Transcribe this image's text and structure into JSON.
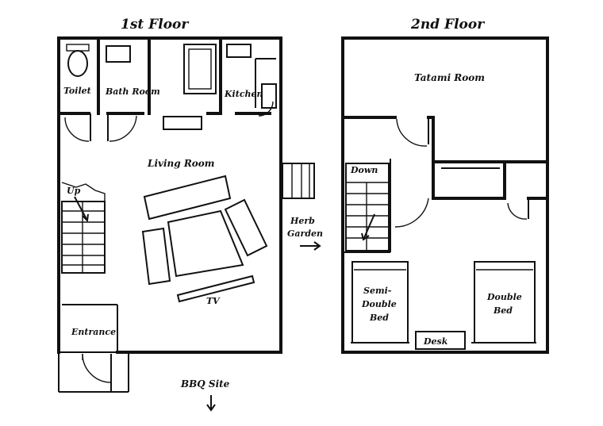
{
  "floors": [
    {
      "title": "1st Floor",
      "rooms": {
        "toilet": "Toilet",
        "bath_room": "Bath Room",
        "kitchen": "Kitchen",
        "living_room": "Living Room",
        "entrance": "Entrance"
      },
      "marks": {
        "up": "Up",
        "tv": "TV"
      }
    },
    {
      "title": "2nd Floor",
      "rooms": {
        "tatami_room": "Tatami Room",
        "semi_double_bed": [
          "Semi-",
          "Double",
          "Bed"
        ],
        "double_bed": [
          "Double",
          "Bed"
        ],
        "desk": "Desk"
      },
      "marks": {
        "down": "Down"
      }
    }
  ],
  "outside": {
    "herb_garden": [
      "Herb",
      "Garden"
    ],
    "bbq_site": "BBQ Site"
  }
}
